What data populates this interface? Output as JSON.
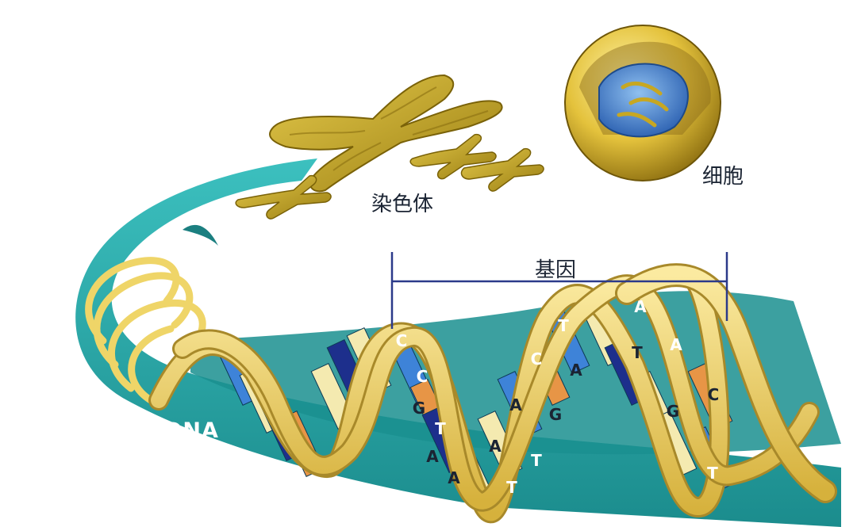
{
  "labels": {
    "chromosome": "染色体",
    "cell": "细胞",
    "gene": "基因",
    "dna": "DNA"
  },
  "base_letters": [
    "C",
    "C",
    "G",
    "T",
    "A",
    "A",
    "A",
    "T",
    "A",
    "T",
    "G",
    "C",
    "A",
    "T",
    "A",
    "T",
    "A",
    "G",
    "C",
    "T"
  ],
  "colors": {
    "teal_ribbon": "#2aa7a8",
    "teal_dark": "#13706f",
    "backbone_gold": "#f0d66a",
    "backbone_edge": "#a88a2a",
    "chromosome": "#c7a722",
    "cell_shell": "#e6c840",
    "nucleus": "#3d78c8",
    "base_navy": "#1d2f8c",
    "base_blue": "#3e83d8",
    "base_cream": "#f4eab0",
    "base_orange": "#e79546",
    "gene_bracket": "#2c3a8a"
  }
}
